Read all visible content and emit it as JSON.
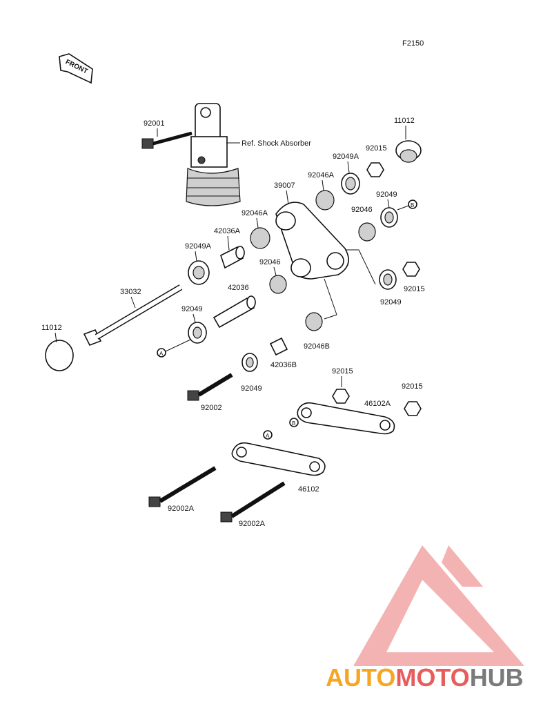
{
  "diagram_code": "F2150",
  "front_arrow_label": "FRONT",
  "reference_note": "Ref. Shock Absorber",
  "callout_markers": {
    "a": "A",
    "b": "B"
  },
  "parts": {
    "p92001": "92001",
    "p11012_top": "11012",
    "p92015_top": "92015",
    "p92049a_top": "92049A",
    "p92046a_top": "92046A",
    "p39007": "39007",
    "p92049_top": "92049",
    "p92046_right": "92046",
    "p92046a_left": "92046A",
    "p42036a": "42036A",
    "p92049a_left": "92049A",
    "p92046_mid": "92046",
    "p92015_right": "92015",
    "p92049_right": "92049",
    "p33032": "33032",
    "p42036": "42036",
    "p92049_left": "92049",
    "p11012_left": "11012",
    "p92046b": "92046B",
    "p42036b": "42036B",
    "p92049_low": "92049",
    "p92015_low1": "92015",
    "p92015_low2": "92015",
    "p46102a": "46102A",
    "p92002": "92002",
    "p46102": "46102",
    "p92002a_1": "92002A",
    "p92002a_2": "92002A"
  },
  "watermark": {
    "auto": "AUTO",
    "moto": "MOTO",
    "hub": "HUB"
  },
  "colors": {
    "wm_orange": "#f5a623",
    "wm_red": "#e85c5c",
    "wm_gray": "#7a7a7a",
    "wm_logo": "#f19a9a"
  }
}
